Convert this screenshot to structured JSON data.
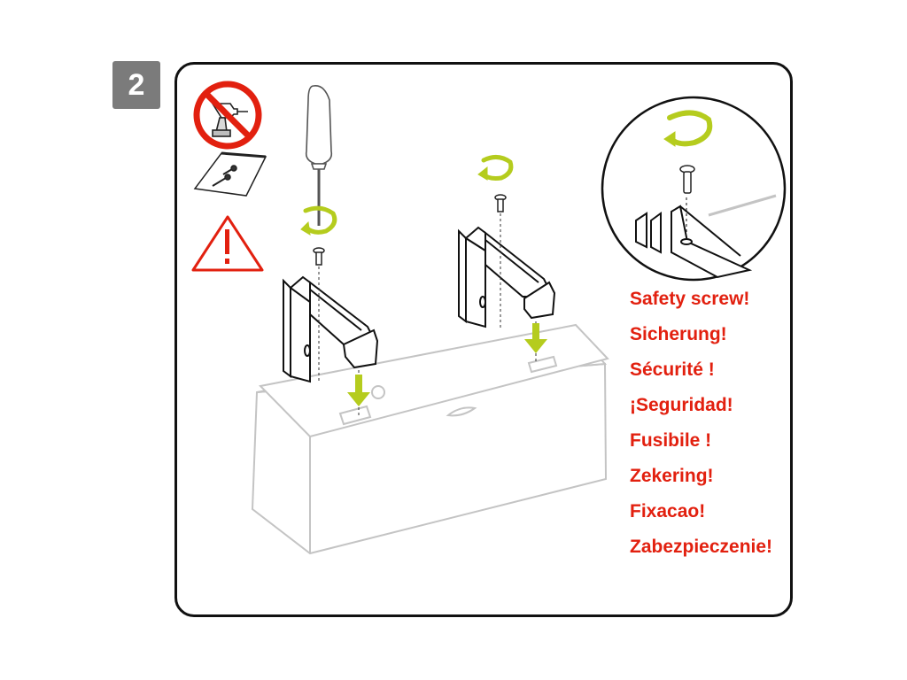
{
  "step": {
    "number": "2"
  },
  "warning_labels": [
    "Safety screw!",
    "Sicherung!",
    "Sécurité !",
    "¡Seguridad!",
    "Fusibile !",
    "Zekering!",
    "Fixacao!",
    "Zabezpieczenie!"
  ],
  "colors": {
    "warning_red": "#e2200f",
    "arrow_green": "#b5cc1e",
    "badge_gray": "#7b7b7b",
    "outline": "#111111",
    "device_outline": "#c4c4c4"
  },
  "icons": [
    "no-power-drill-icon",
    "screw-bag-icon",
    "warning-triangle-icon",
    "screwdriver-icon",
    "rotate-arrow-icon",
    "down-arrow-icon",
    "safety-screw-icon"
  ]
}
